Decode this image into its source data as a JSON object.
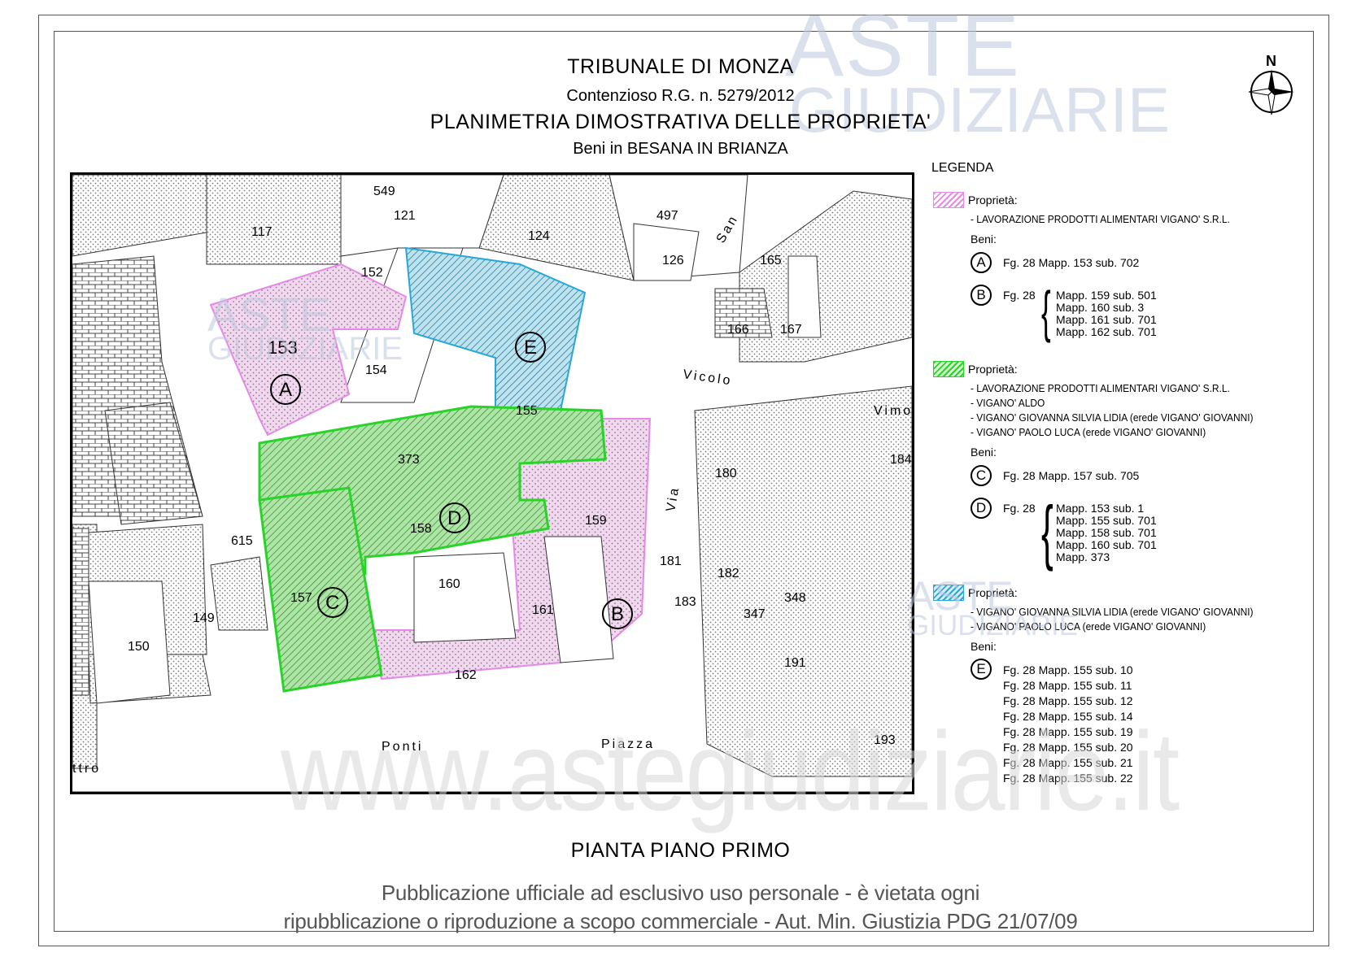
{
  "header": {
    "court": "TRIBUNALE DI MONZA",
    "case": "Contenzioso R.G. n. 5279/2012",
    "plan_title": "PLANIMETRIA DIMOSTRATIVA DELLE PROPRIETA'",
    "location": "Beni in BESANA IN BRIANZA"
  },
  "footer": {
    "floor": "PIANTA PIANO PRIMO",
    "notice_line1": "Pubblicazione ufficiale ad esclusivo uso personale - è vietata ogni",
    "notice_line2": "ripubblicazione o riproduzione a scopo commerciale - Aut. Min. Giustizia PDG 21/07/09"
  },
  "watermark": {
    "logo_line1": "ASTE",
    "logo_line2": "GIUDIZIARIE",
    "site": "www.astegiudiziarie.it"
  },
  "north_label": "N",
  "colors": {
    "pink": "#e58ae6",
    "green": "#27d427",
    "blue": "#29a8d8",
    "gray_hatch": "#555555"
  },
  "map": {
    "parcels": [
      "549",
      "121",
      "117",
      "497",
      "124",
      "126",
      "152",
      "153",
      "154",
      "155",
      "165",
      "166",
      "167",
      "373",
      "158",
      "159",
      "615",
      "157",
      "160",
      "161",
      "182",
      "347",
      "348",
      "149",
      "150",
      "162",
      "183",
      "191",
      "193",
      "180",
      "181",
      "184"
    ],
    "streets": [
      "San",
      "Vicolo",
      "Vimo",
      "Via",
      "Ponti",
      "Piazza",
      "ttro"
    ],
    "property_letters": [
      "A",
      "B",
      "C",
      "D",
      "E"
    ]
  },
  "legend": {
    "title": "LEGENDA",
    "prop_label": "Proprietà:",
    "beni_label": "Beni:",
    "groups": [
      {
        "owners": [
          "- LAVORAZIONE PRODOTTI ALIMENTARI VIGANO' S.R.L."
        ],
        "items": [
          {
            "letter": "A",
            "fg": "Fg. 28 Mapp. 153 sub. 702",
            "refs": []
          },
          {
            "letter": "B",
            "fg": "Fg. 28",
            "refs": [
              "Mapp. 159 sub. 501",
              "Mapp. 160 sub. 3",
              "Mapp. 161 sub. 701",
              "Mapp. 162 sub. 701"
            ]
          }
        ]
      },
      {
        "owners": [
          "- LAVORAZIONE PRODOTTI ALIMENTARI VIGANO' S.R.L.",
          "- VIGANO' ALDO",
          "- VIGANO' GIOVANNA SILVIA LIDIA (erede VIGANO' GIOVANNI)",
          "- VIGANO' PAOLO LUCA (erede VIGANO' GIOVANNI)"
        ],
        "items": [
          {
            "letter": "C",
            "fg": "Fg. 28 Mapp. 157 sub. 705",
            "refs": []
          },
          {
            "letter": "D",
            "fg": "Fg. 28",
            "refs": [
              "Mapp. 153 sub. 1",
              "Mapp. 155 sub. 701",
              "Mapp. 158 sub. 701",
              "Mapp. 160 sub. 701",
              "Mapp. 373"
            ]
          }
        ]
      },
      {
        "owners": [
          "- VIGANO' GIOVANNA SILVIA LIDIA (erede VIGANO' GIOVANNI)",
          "- VIGANO' PAOLO LUCA (erede VIGANO' GIOVANNI)"
        ],
        "items": [
          {
            "letter": "E",
            "fg": "",
            "refs": [
              "Fg. 28 Mapp. 155 sub. 10",
              "Fg. 28 Mapp. 155 sub. 11",
              "Fg. 28 Mapp. 155 sub. 12",
              "Fg. 28 Mapp. 155 sub. 14",
              "Fg. 28 Mapp. 155 sub. 19",
              "Fg. 28 Mapp. 155 sub. 20",
              "Fg. 28 Mapp. 155 sub. 21",
              "Fg. 28 Mapp. 155 sub. 22"
            ]
          }
        ]
      }
    ]
  }
}
